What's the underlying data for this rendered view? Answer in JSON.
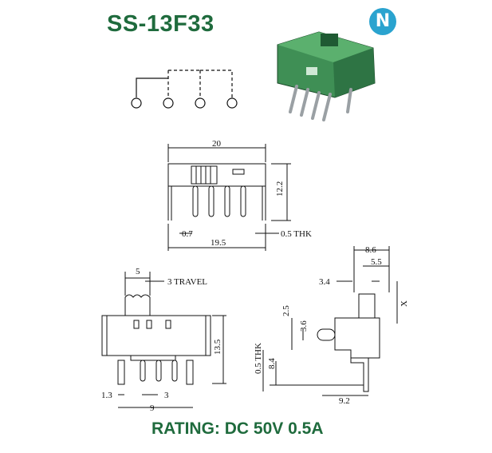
{
  "header": {
    "part_number": "SS-13F33",
    "logo_letter": "N"
  },
  "footer": {
    "rating": "RATING: DC 50V 0.5A"
  },
  "dimensions": {
    "front_width": "20",
    "front_height": "12.2",
    "pin_spacing": "0.7",
    "overall_span": "19.5",
    "thk_top": "0.5 THK",
    "left_five": "5",
    "travel": "3 TRAVEL",
    "height_13_5": "13.5",
    "left_1_3": "1.3",
    "left_3": "3",
    "left_9": "9",
    "right_8_6": "8.6",
    "right_5_5": "5.5",
    "right_3_4": "3.4",
    "right_x": "X",
    "right_2_5": "2.5",
    "right_3_6": "3.6",
    "right_0_5_thk": "0.5 THK",
    "right_8_4": "8.4",
    "right_9_2": "9.2"
  },
  "colors": {
    "brand_green": "#1f6b3d",
    "logo_blue": "#2aa3cf",
    "component_green": "#3f8f55"
  }
}
